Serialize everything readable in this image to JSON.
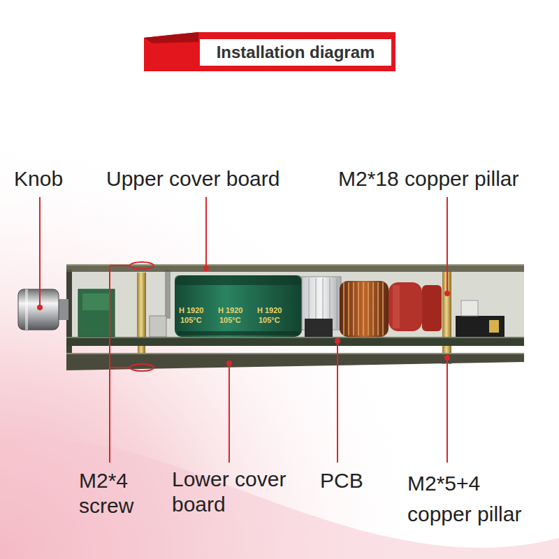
{
  "diagram": {
    "title": "Installation diagram",
    "labels": [
      "Knob",
      "Upper cover board",
      "M2*18 copper pillar",
      "H 1920",
      "105°C",
      "H 1920",
      "105°C",
      "H 1920",
      "105°C",
      "M2*4 screw",
      "Lower cover board",
      "PCB",
      "M2*5+4 copper pillar"
    ]
  }
}
